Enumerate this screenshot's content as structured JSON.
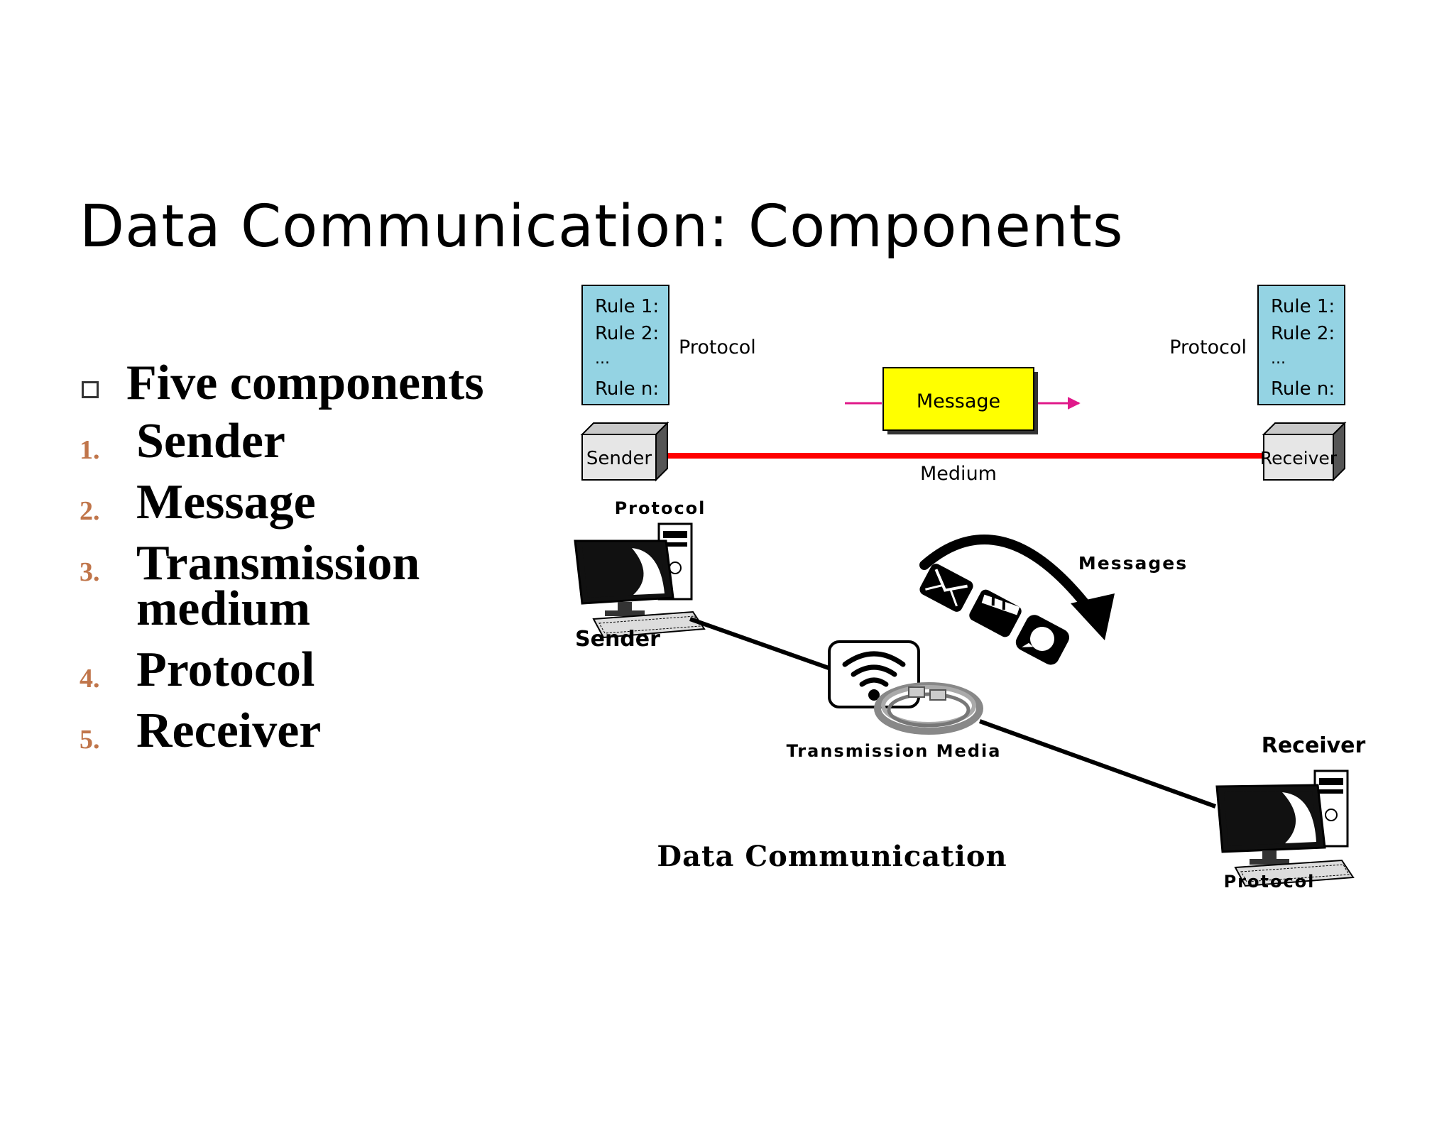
{
  "slide": {
    "title": "Data Communication: Components",
    "bullet_heading": "Five components",
    "items": [
      {
        "num": "1.",
        "text": "Sender"
      },
      {
        "num": "2.",
        "text": "Message"
      },
      {
        "num": "3.",
        "text": "Transmission medium"
      },
      {
        "num": "4.",
        "text": "Protocol"
      },
      {
        "num": "5.",
        "text": "Receiver"
      }
    ]
  },
  "diagram": {
    "rules": [
      "Rule 1:",
      "Rule 2:",
      "...",
      "Rule n:"
    ],
    "protocol_left": "Protocol",
    "protocol_right": "Protocol",
    "message": "Message",
    "sender": "Sender",
    "receiver": "Receiver",
    "medium": "Medium",
    "illus_protocol_top": "Protocol",
    "illus_sender": "Sender",
    "illus_messages": "Messages",
    "illus_transmission_media": "Transmission Media",
    "illus_receiver": "Receiver",
    "illus_protocol_bottom": "Protocol",
    "illus_caption": "Data Communication"
  },
  "colors": {
    "rule_box_fill": "#94d3e3",
    "message_fill": "#ffff00",
    "medium_line": "#ff0000",
    "arrow_magenta": "#e0198a",
    "bullet_number": "#c0754a"
  }
}
